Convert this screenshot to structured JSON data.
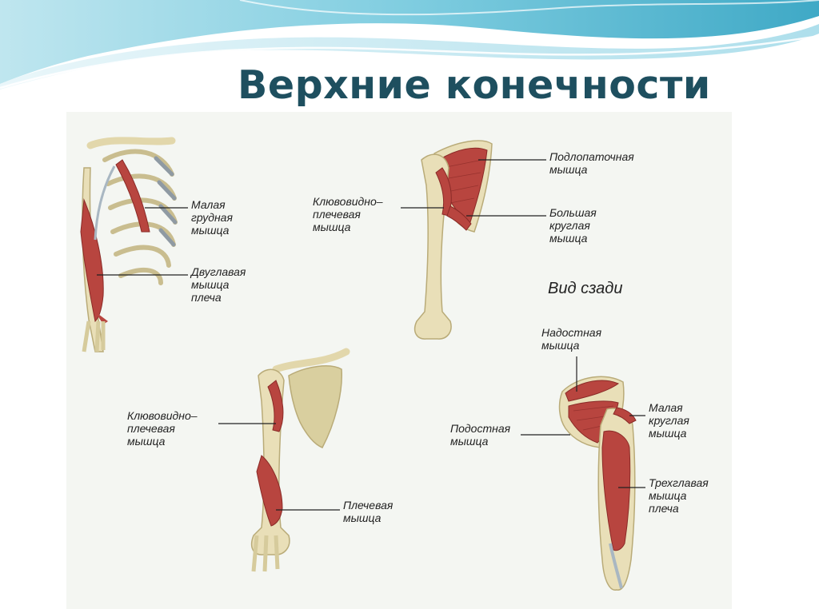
{
  "slide": {
    "title": "Верхние конечности"
  },
  "diagram": {
    "view_label": "Вид сзади",
    "labels": {
      "pectoralis_minor": [
        "Малая",
        "грудная",
        "мышца"
      ],
      "biceps": [
        "Двуглавая",
        "мышца",
        "плеча"
      ],
      "subscapularis": [
        "Подлопаточная",
        "мышца"
      ],
      "coracobrachialis_top": [
        "Клювовидно–",
        "плечевая",
        "мышца"
      ],
      "teres_major": [
        "Большая",
        "круглая",
        "мышца"
      ],
      "supraspinatus": [
        "Надостная",
        "мышца"
      ],
      "coracobrachialis_bottom": [
        "Клювовидно–",
        "плечевая",
        "мышца"
      ],
      "teres_minor": [
        "Малая",
        "круглая",
        "мышца"
      ],
      "infraspinatus": [
        "Подостная",
        "мышца"
      ],
      "brachialis": [
        "Плечевая",
        "мышца"
      ],
      "triceps": [
        "Трехглавая",
        "мышца",
        "плеча"
      ]
    },
    "colors": {
      "muscle": "#b8453f",
      "muscle_dark": "#8a2a27",
      "bone": "#e9dfb8",
      "bone_shade": "#b9ab78",
      "tendon": "#a9b7c2",
      "title": "#1e4f5f",
      "wave": "#6fc3d8"
    }
  }
}
